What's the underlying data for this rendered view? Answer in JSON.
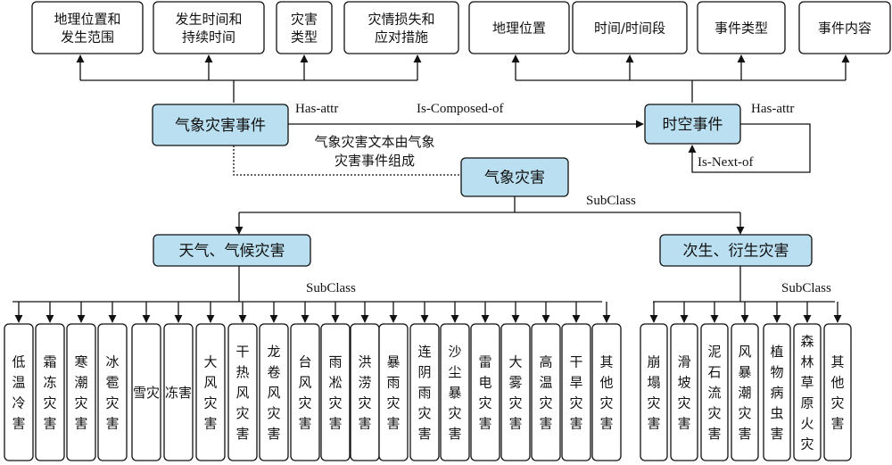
{
  "top_left_attributes": [
    "地理位置和\n发生范围",
    "发生时间和\n持续时间",
    "灾害\n类型",
    "灾情损失和\n应对措施"
  ],
  "top_right_attributes": [
    "地理位置",
    "时间/时间段",
    "事件类型",
    "事件内容"
  ],
  "meteo_event": "气象灾害事件",
  "spatiotemporal_event": "时空事件",
  "meteo_disaster": "气象灾害",
  "weather_climate": "天气、气候灾害",
  "secondary": "次生、衍生灾害",
  "labels": {
    "has_attr_left": "Has-attr",
    "has_attr_right": "Has-attr",
    "is_composed_of": "Is-Composed-of",
    "is_next_of": "Is-Next-of",
    "subclass_main": "SubClass",
    "subclass_left": "SubClass",
    "subclass_right": "SubClass",
    "note": "气象灾害文本由气象\n灾害事件组成"
  },
  "weather_leaves": [
    "低温冷害",
    "霜冻灾害",
    "寒潮灾害",
    "冰雹灾害",
    "雪灾",
    "冻害",
    "大风灾害",
    "干热风灾害",
    "龙卷风灾害",
    "台风灾害",
    "雨凇灾害",
    "洪涝灾害",
    "暴雨灾害",
    "连阴雨灾害",
    "沙尘暴灾害",
    "雷电灾害",
    "大雾灾害",
    "高温灾害",
    "干旱灾害",
    "其他灾害"
  ],
  "secondary_leaves": [
    "崩塌灾害",
    "滑坡灾害",
    "泥石流灾害",
    "风暴潮灾害",
    "植物病虫害",
    "森林草原火灾",
    "其他灾害"
  ],
  "colors": {
    "highlight_fill": "#b9dff0",
    "border": "#111111",
    "white": "#ffffff"
  }
}
